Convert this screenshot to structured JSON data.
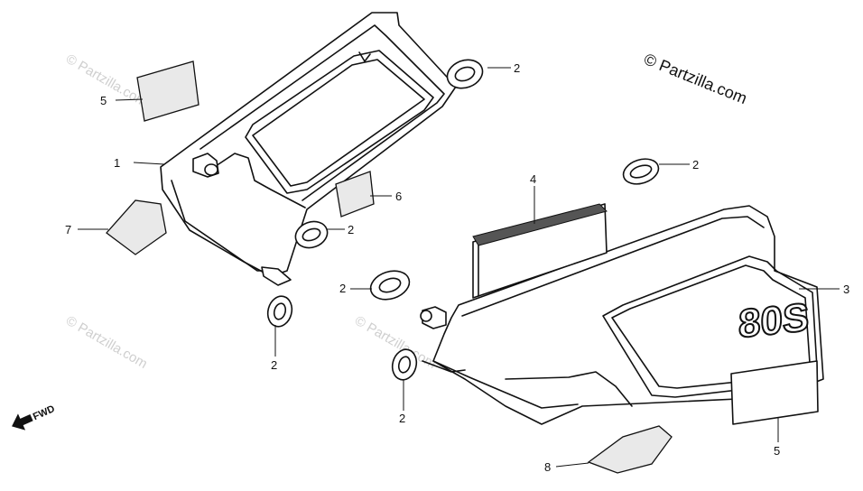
{
  "copyright": "© Partzilla.com",
  "watermark": "© Partzilla.com",
  "fwd_label": "FWD",
  "decal_text": "80S",
  "callouts": [
    "1",
    "2",
    "2",
    "2",
    "2",
    "2",
    "2",
    "3",
    "4",
    "5",
    "5",
    "6",
    "7",
    "8"
  ]
}
